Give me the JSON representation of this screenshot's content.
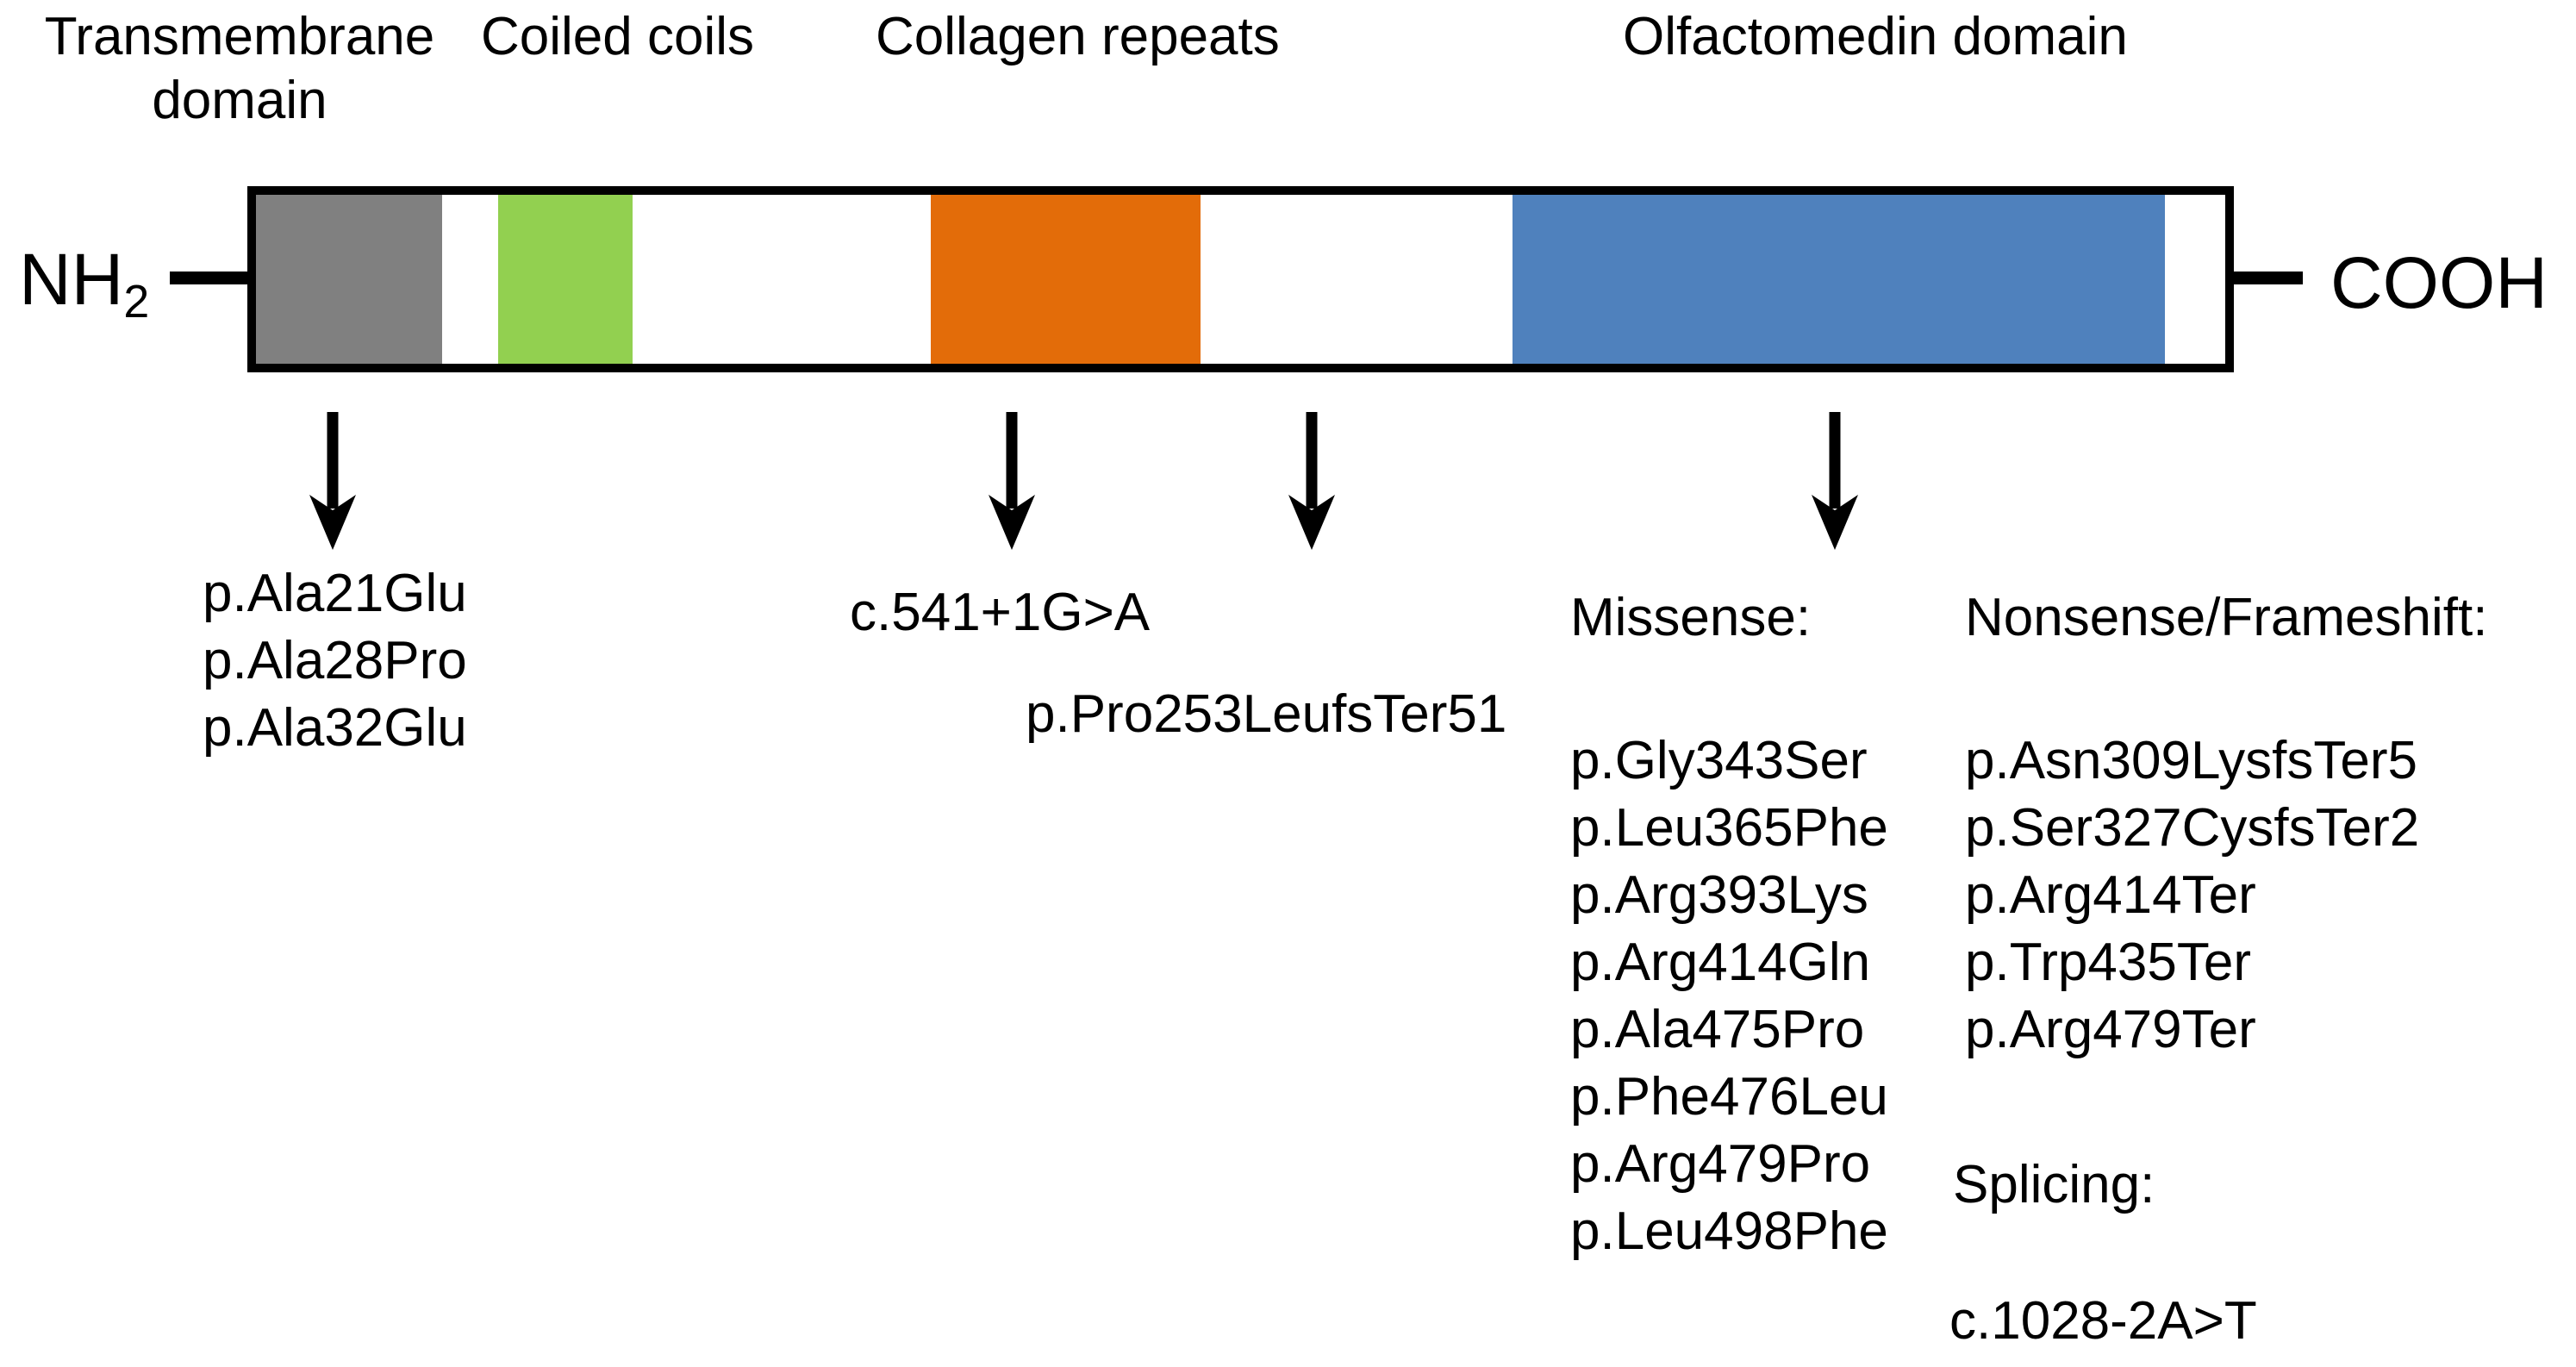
{
  "figure_type": "protein-domain-mutation-diagram",
  "protein_bar": {
    "left_terminus": {
      "text": "NH",
      "subscript": "2"
    },
    "right_terminus": "COOH",
    "bar_fill": "#ffffff",
    "bar_border_color": "#000000",
    "domains": [
      {
        "label_lines": [
          "Transmembrane",
          "domain"
        ],
        "label": "Transmembrane domain",
        "color": "#808080"
      },
      {
        "label": "Coiled coils",
        "color": "#92D050"
      },
      {
        "label": "Collagen repeats",
        "color": "#E36C09"
      },
      {
        "label": "Olfactomedin domain",
        "color": "#4F81BD"
      }
    ]
  },
  "arrows": {
    "count": 4,
    "color": "#000000"
  },
  "mutations": {
    "transmembrane": {
      "items": [
        "p.Ala21Glu",
        "p.Ala28Pro",
        "p.Ala32Glu"
      ]
    },
    "collagen_splice": {
      "items": [
        "c.541+1G>A"
      ]
    },
    "collagen_frameshift": {
      "items": [
        "p.Pro253LeufsTer51"
      ]
    },
    "olfactomedin": {
      "missense": {
        "header": "Missense:",
        "items": [
          "p.Gly343Ser",
          "p.Leu365Phe",
          "p.Arg393Lys",
          "p.Arg414Gln",
          "p.Ala475Pro",
          "p.Phe476Leu",
          "p.Arg479Pro",
          "p.Leu498Phe"
        ]
      },
      "nonsense_frameshift": {
        "header": "Nonsense/Frameshift:",
        "items": [
          "p.Asn309LysfsTer5",
          "p.Ser327CysfsTer2",
          "p.Arg414Ter",
          "p.Trp435Ter",
          "p.Arg479Ter"
        ]
      },
      "splicing": {
        "header": "Splicing:",
        "items": [
          "c.1028-2A>T"
        ]
      }
    }
  }
}
